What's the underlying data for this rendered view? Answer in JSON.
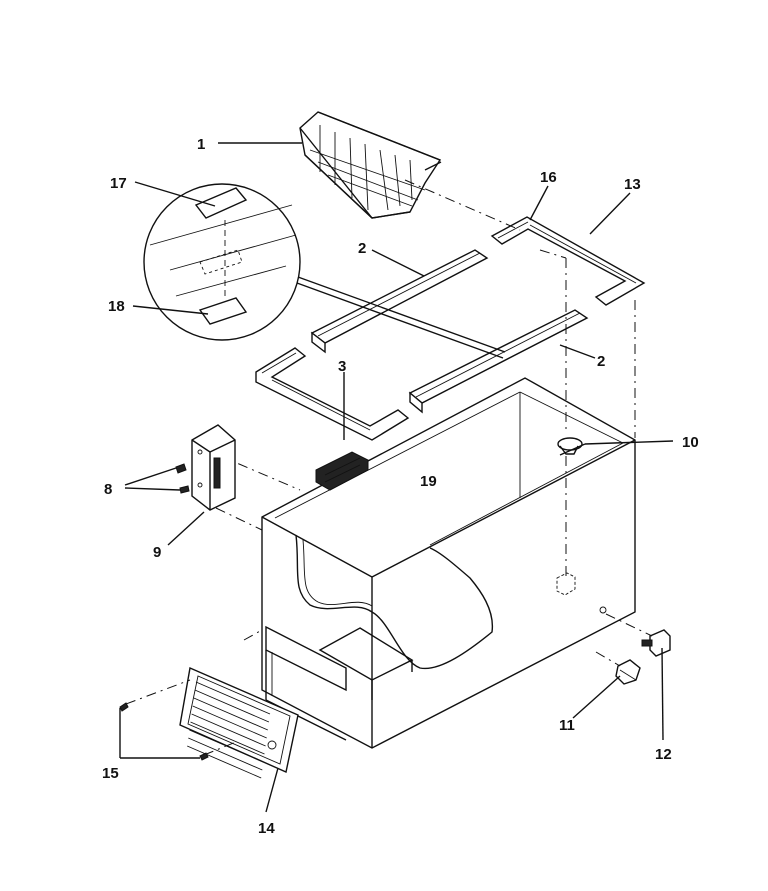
{
  "diagram": {
    "callouts": [
      {
        "id": "c1",
        "text": "1"
      },
      {
        "id": "c2a",
        "text": "2"
      },
      {
        "id": "c2b",
        "text": "2"
      },
      {
        "id": "c3",
        "text": "3"
      },
      {
        "id": "c8",
        "text": "8"
      },
      {
        "id": "c9",
        "text": "9"
      },
      {
        "id": "c10",
        "text": "10"
      },
      {
        "id": "c11",
        "text": "11"
      },
      {
        "id": "c12",
        "text": "12"
      },
      {
        "id": "c13",
        "text": "13"
      },
      {
        "id": "c14",
        "text": "14"
      },
      {
        "id": "c15",
        "text": "15"
      },
      {
        "id": "c16",
        "text": "16"
      },
      {
        "id": "c17",
        "text": "17"
      },
      {
        "id": "c18",
        "text": "18"
      },
      {
        "id": "c19",
        "text": "19"
      }
    ]
  }
}
